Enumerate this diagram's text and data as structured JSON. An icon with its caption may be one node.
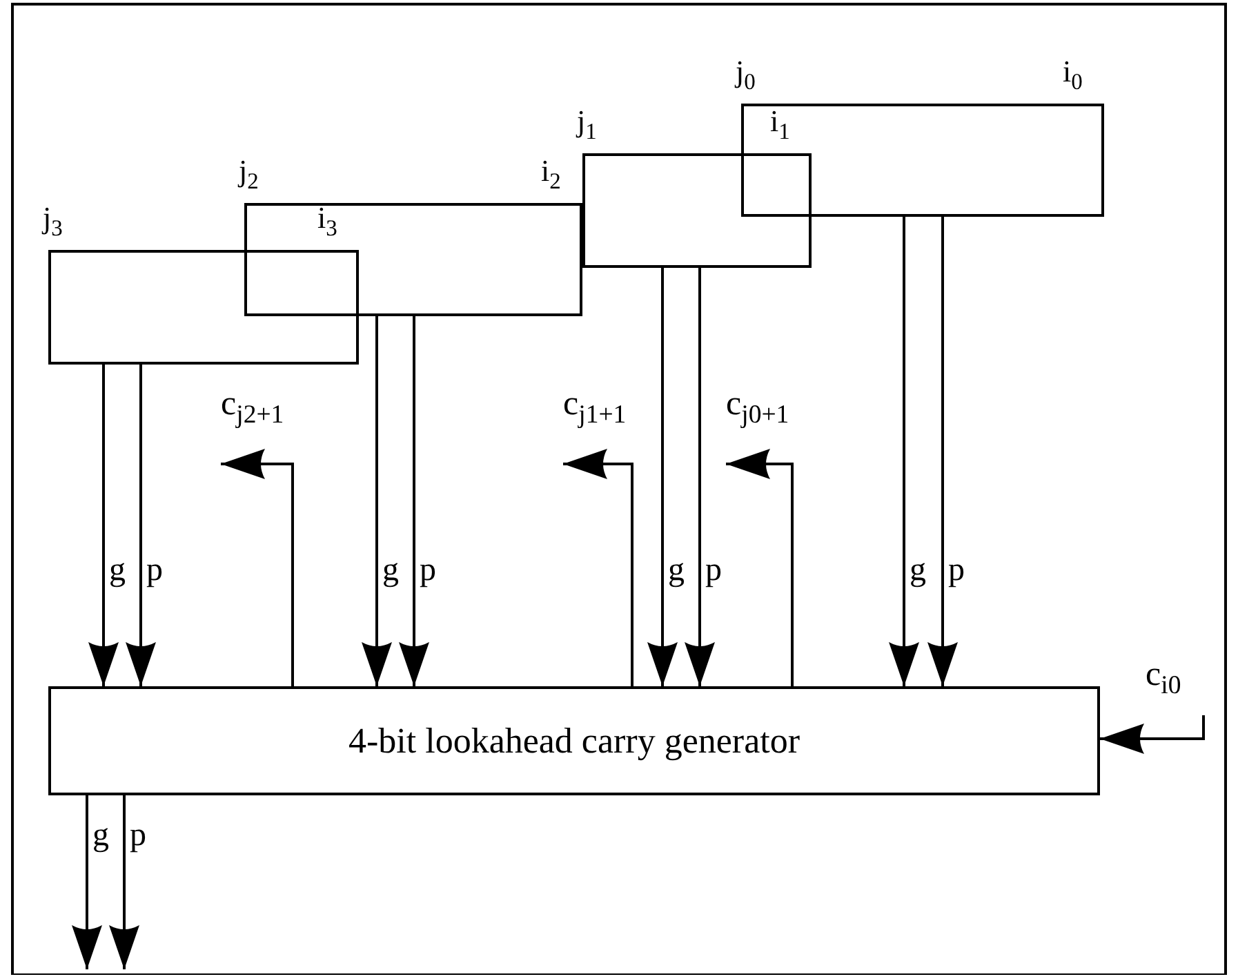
{
  "diagram": {
    "nodes": [
      {
        "text": [],
        "shape": "box",
        "beside": [
          "j$_{3}$",
          "i$_{3}$"
        ]
      },
      {
        "text": [],
        "shape": "box",
        "beside": [
          "j$_{2}$",
          "i$_{2}$"
        ]
      },
      {
        "text": [],
        "shape": "box",
        "beside": [
          "j$_{1}$",
          "i$_{1}$"
        ]
      },
      {
        "text": [],
        "shape": "box",
        "beside": [
          "j$_{0}$",
          "i$_{0}$"
        ]
      },
      {
        "text": [
          "4-bit lookahead carry generator"
        ]
      },
      {
        "text": [
          "c$_{j2+1}$"
        ]
      },
      {
        "text": [
          "c$_{j1+1}$"
        ]
      },
      {
        "text": [
          "c$_{j0+1}$"
        ]
      },
      {
        "text": [
          "c$_{i0}$"
        ]
      }
    ],
    "edges": [
      {
        "from": 0,
        "to": 4,
        "arrow": "to",
        "label": "g"
      },
      {
        "from": 0,
        "to": 4,
        "arrow": "to",
        "label": "p"
      },
      {
        "from": 1,
        "to": 4,
        "arrow": "to",
        "label": "g"
      },
      {
        "from": 1,
        "to": 4,
        "arrow": "to",
        "label": "p"
      },
      {
        "from": 2,
        "to": 4,
        "arrow": "to",
        "label": "g"
      },
      {
        "from": 2,
        "to": 4,
        "arrow": "to",
        "label": "p"
      },
      {
        "from": 3,
        "to": 4,
        "arrow": "to",
        "label": "g"
      },
      {
        "from": 3,
        "to": 4,
        "arrow": "to",
        "label": "p"
      },
      {
        "from": 4,
        "to": 5,
        "arrow": "to"
      },
      {
        "from": 4,
        "to": 6,
        "arrow": "to"
      },
      {
        "from": 4,
        "to": 7,
        "arrow": "to"
      },
      {
        "from": 8,
        "to": 4,
        "arrow": "to"
      },
      {
        "from": 4,
        "to": null,
        "arrow": "to",
        "label": "g"
      },
      {
        "from": 4,
        "to": null,
        "arrow": "to",
        "label": "p"
      }
    ]
  }
}
